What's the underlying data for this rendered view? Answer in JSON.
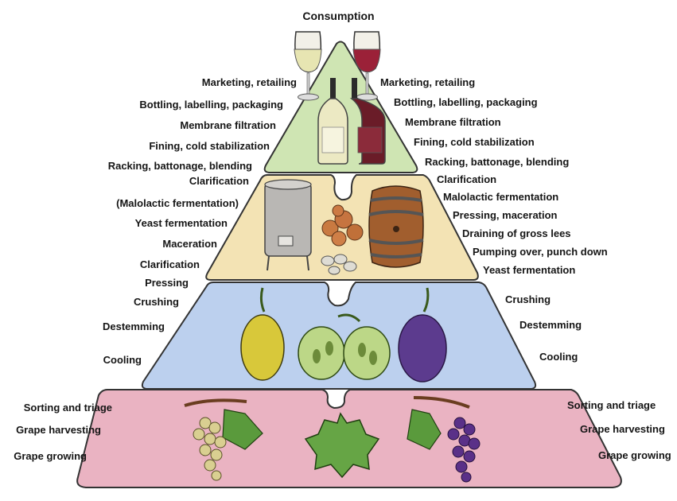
{
  "title": "Consumption",
  "tiers": {
    "top": {
      "left": [
        "Marketing, retailing",
        "Bottling, labelling, packaging",
        "Membrane filtration",
        "Fining, cold stabilization",
        "Racking, battonage, blending",
        "Clarification"
      ],
      "right": [
        "Marketing, retailing",
        "Bottling, labelling, packaging",
        "Membrane filtration",
        "Fining, cold stabilization",
        "Racking, battonage, blending",
        "Clarification"
      ]
    },
    "second": {
      "left": [
        "(Malolactic fermentation)",
        "Yeast fermentation",
        "Maceration",
        "Clarification",
        "Pressing",
        "Crushing"
      ],
      "right": [
        "Malolactic fermentation",
        "Pressing, maceration",
        "Draining of gross lees",
        "Pumping over, punch down",
        "Yeast fermentation"
      ]
    },
    "third": {
      "left": [
        "Destemming",
        "Cooling"
      ],
      "right": [
        "Crushing",
        "Destemming",
        "Cooling"
      ]
    },
    "bottom": {
      "left": [
        "Sorting and triage",
        "Grape harvesting",
        "Grape growing"
      ],
      "right": [
        "Sorting and triage",
        "Grape harvesting",
        "Grape growing"
      ]
    }
  },
  "colors": {
    "tier_top": "#cfe5b3",
    "tier_second": "#f3e3b4",
    "tier_third": "#bcd0ee",
    "tier_bottom": "#eab3c2"
  }
}
